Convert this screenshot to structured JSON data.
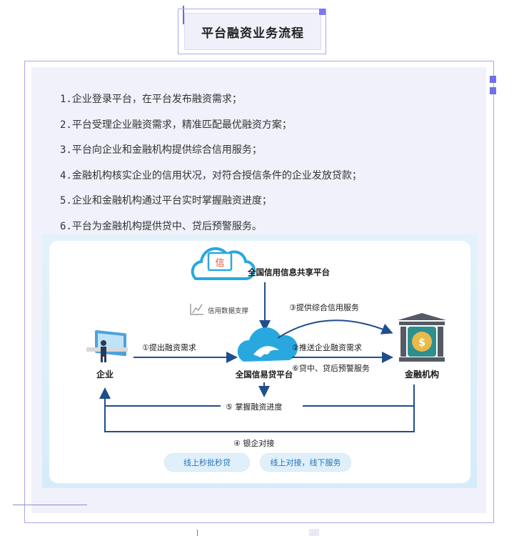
{
  "title": "平台融资业务流程",
  "steps": [
    "1.企业登录平台，在平台发布融资需求；",
    "2.平台受理企业融资需求，精准匹配最优融资方案；",
    "3.平台向企业和金融机构提供综合信用服务；",
    "4.金融机构核实企业的信用状况，对符合授信条件的企业发放贷款；",
    "5.企业和金融机构通过平台实时掌握融资进度；",
    "6.平台为金融机构提供贷中、贷后预警服务。"
  ],
  "diagram": {
    "credit_char": "信",
    "credit_platform": "全国信用信息共享平台",
    "credit_data_support": "信用数据支撑",
    "enterprise": "企业",
    "loan_platform": "全国信易贷平台",
    "financial_institution": "金融机构",
    "step1": "①提出融资需求",
    "step2": "②推送企业融资需求",
    "step3": "③提供综合信用服务",
    "step4": "④ 银企对接",
    "step5": "⑤ 掌握融资进度",
    "step6": "⑥贷中、贷后预警服务",
    "pill_online": "线上秒批秒贷",
    "pill_offline": "线上对接，线下服务",
    "dollar": "$"
  },
  "colors": {
    "accent": "#7070ea",
    "arrow": "#1f4e8c",
    "bank": "#555a64",
    "coin": "#e9b949",
    "cloud": "#29a8e0"
  }
}
